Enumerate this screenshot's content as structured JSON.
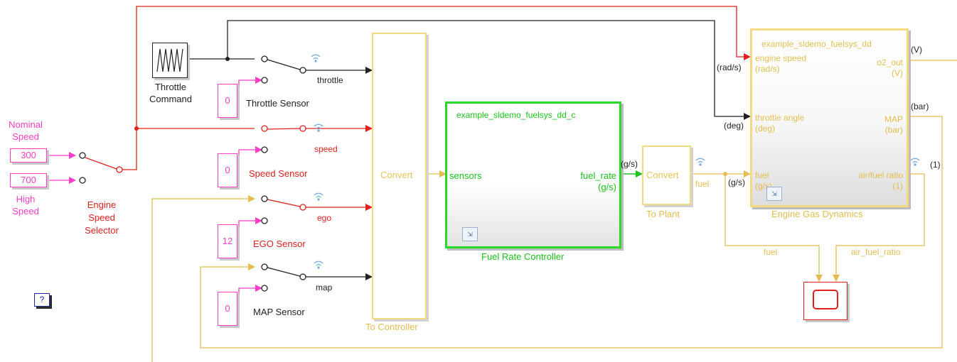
{
  "constants": {
    "nominal": "300",
    "high": "700",
    "throttle": "0",
    "speed": "0",
    "ego": "12",
    "map": "0"
  },
  "labels": {
    "nominal_speed": "Nominal\nSpeed",
    "high_speed": "High\nSpeed",
    "engine_speed_selector": "Engine\nSpeed\nSelector",
    "throttle_command": "Throttle\nCommand",
    "throttle_sensor": "Throttle Sensor",
    "speed_sensor": "Speed Sensor",
    "ego_sensor": "EGO Sensor",
    "map_sensor": "MAP Sensor",
    "to_controller": "To Controller",
    "fuel_rate_controller": "Fuel Rate Controller",
    "to_plant": "To Plant",
    "engine_gas_dynamics": "Engine Gas Dynamics"
  },
  "signals": {
    "throttle": "throttle",
    "speed": "speed",
    "ego": "ego",
    "map": "map",
    "fuel": "fuel",
    "fuel_scope": "fuel",
    "air_fuel_ratio": "air_fuel_ratio"
  },
  "blocks": {
    "convert_controller": "Convert",
    "convert_plant": "Convert",
    "fuel_rate_controller_ref": "example_sldemo_fuelsys_dd_c",
    "fuel_rate_controller_in": "sensors",
    "fuel_rate_controller_out": "fuel_rate",
    "fuel_rate_controller_out_unit": "(g/s)",
    "engine_ref": "example_sldemo_fuelsys_dd",
    "engine_in1": "engine speed",
    "engine_in1_unit": "(rad/s)",
    "engine_in2": "throttle angle",
    "engine_in2_unit": "(deg)",
    "engine_in3": "fuel",
    "engine_in3_unit": "(g/s)",
    "engine_out1": "o2_out",
    "engine_out1_unit": "(V)",
    "engine_out2": "MAP",
    "engine_out2_unit": "(bar)",
    "engine_out3": "air/fuel ratio",
    "engine_out3_unit": "(1)"
  },
  "units": {
    "rad_s": "(rad/s)",
    "deg": "(deg)",
    "g_s_1": "(g/s)",
    "g_s_2": "(g/s)",
    "v": "(V)",
    "bar": "(bar)",
    "one": "(1)"
  },
  "help": "?",
  "colors": {
    "black_signal": "#222222",
    "red_signal": "#e0201c",
    "yellow_signal": "#e3bd4f",
    "green_signal": "#19c21b",
    "constant_magenta": "#ff3dc8"
  }
}
